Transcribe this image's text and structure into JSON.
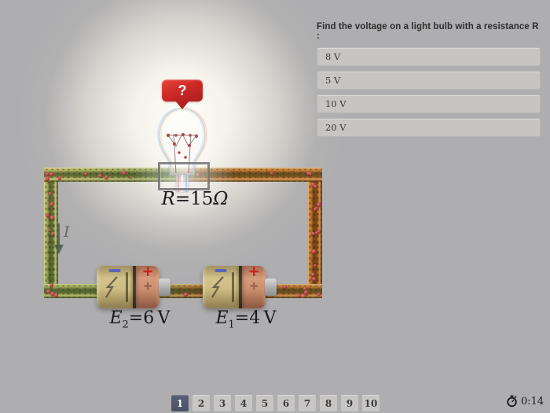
{
  "question": {
    "text": "Find the voltage on a light bulb with a resistance R :"
  },
  "options": [
    {
      "label": "8 V"
    },
    {
      "label": "5 V"
    },
    {
      "label": "10 V"
    },
    {
      "label": "20 V"
    }
  ],
  "circuit": {
    "tooltip": {
      "label": "?"
    },
    "resistor": {
      "symbol": "R",
      "relation": "=15",
      "unit": "Ω"
    },
    "current": {
      "symbol": "I"
    },
    "battery_2": {
      "symbol": "E",
      "subscript": "2",
      "relation": "=6",
      "unit": "V",
      "plus_label": "+",
      "plus_faint_label": "+"
    },
    "battery_1": {
      "symbol": "E",
      "subscript": "1",
      "relation": "=4",
      "unit": "V",
      "plus_label": "+",
      "plus_faint_label": "+"
    }
  },
  "pagination": {
    "active_index": 0,
    "pages": [
      "1",
      "2",
      "3",
      "4",
      "5",
      "6",
      "7",
      "8",
      "9",
      "10"
    ]
  },
  "timer": {
    "value": "0:14"
  },
  "colors": {
    "background": "#aeadaf",
    "tooltip_red": "#c0211f",
    "selected_page": "#4f5668",
    "option_bg": "#c6c5c4",
    "wire_green": "#8f9c50",
    "wire_orange": "#c0742d",
    "particle_red": "#b34141"
  }
}
